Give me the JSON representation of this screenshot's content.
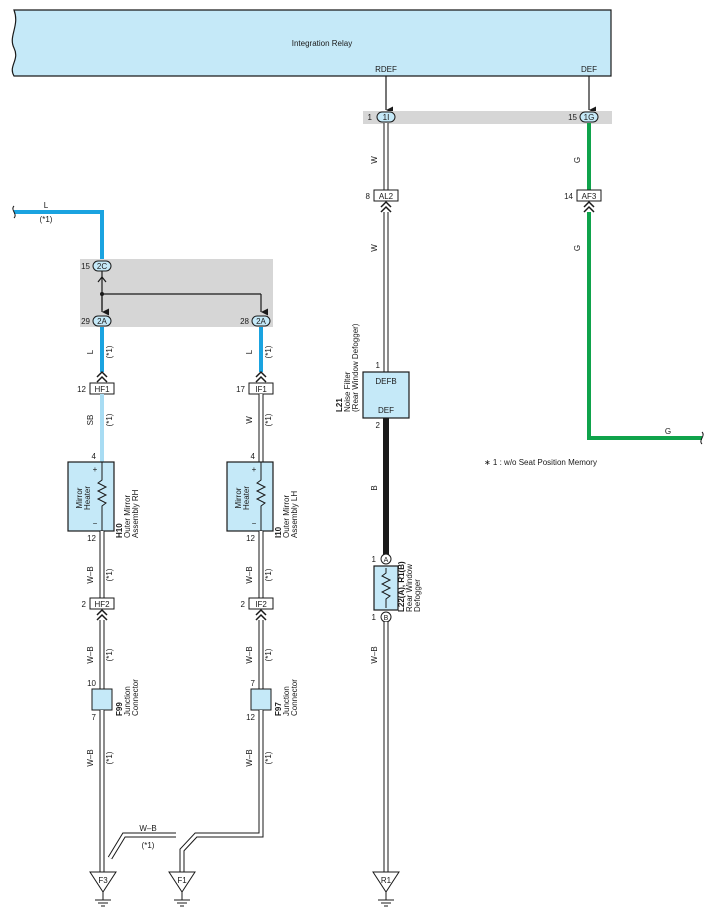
{
  "relay": {
    "title": "Integration Relay",
    "rdef": "RDEF",
    "def": "DEF"
  },
  "junction_block": {
    "pin_1i": "1",
    "conn_1i": "1I",
    "pin_1g": "15",
    "conn_1g": "1G"
  },
  "left_feed": {
    "color": "L",
    "note": "(*1)"
  },
  "joint": {
    "pin_2c": "15",
    "conn_2c": "2C",
    "pin_2a_r": "29",
    "conn_2a": "2A",
    "pin_2a_l": "28"
  },
  "rh": {
    "wire1": "L",
    "note1": "(*1)",
    "pin_hf1": "12",
    "conn_hf1": "HF1",
    "wire2": "SB",
    "note2": "(*1)",
    "pin_top": "4",
    "plus": "+",
    "minus": "−",
    "comp_line1": "Mirror",
    "comp_line2": "Heater",
    "code": "H10",
    "name1": "Outer Mirror",
    "name2": "Assembly RH",
    "pin_bottom": "12",
    "wire3": "W–B",
    "note3": "(*1)",
    "pin_hf2": "2",
    "conn_hf2": "HF2",
    "wire4": "W–B",
    "note4": "(*1)",
    "jc_pin_top": "10",
    "jc_pin_bottom": "7",
    "jc_code": "F99",
    "jc_name1": "Junction",
    "jc_name2": "Connector",
    "wire5": "W–B",
    "note5": "(*1)"
  },
  "lh": {
    "wire1": "L",
    "note1": "(*1)",
    "pin_if1": "17",
    "conn_if1": "IF1",
    "wire2": "W",
    "note2": "(*1)",
    "pin_top": "4",
    "plus": "+",
    "minus": "−",
    "comp_line1": "Mirror",
    "comp_line2": "Heater",
    "code": "I10",
    "name1": "Outer Mirror",
    "name2": "Assembly LH",
    "pin_bottom": "12",
    "wire3": "W–B",
    "note3": "(*1)",
    "pin_if2": "2",
    "conn_if2": "IF2",
    "wire4": "W–B",
    "note4": "(*1)",
    "jc_pin_top": "7",
    "jc_pin_bottom": "12",
    "jc_code": "F97",
    "jc_name1": "Junction",
    "jc_name2": "Connector",
    "wire5": "W–B",
    "note5": "(*1)"
  },
  "ground_merge": {
    "wire": "W–B",
    "note": "(*1)"
  },
  "grounds": {
    "f3": "F3",
    "f1": "F1",
    "r1": "R1"
  },
  "rdef_branch": {
    "wire1": "W",
    "pin_al2": "8",
    "conn_al2": "AL2",
    "wire2": "W",
    "pin_in": "1",
    "nf_top": "DEFB",
    "nf_bottom": "DEF",
    "nf_code": "L21",
    "nf_name1": "Noise Filter",
    "nf_name2": "(Rear Window Defogger)",
    "pin_out": "2",
    "wire3": "B",
    "def_pin_a": "1",
    "def_conn_a": "A",
    "def_pin_b": "1",
    "def_conn_b": "B",
    "def_code": "L22(A), R1(B)",
    "def_name1": "Rear Window",
    "def_name2": "Defogger",
    "wire4": "W–B"
  },
  "def_branch": {
    "wire1": "G",
    "pin_af3": "14",
    "conn_af3": "AF3",
    "wire2": "G",
    "wire3": "G"
  },
  "footnote": "∗ 1 : w/o Seat Position Memory",
  "colors": {
    "relay_fill": "#c5e9f8",
    "box_fill": "#c5e9f8",
    "grey_block": "#d6d6d6",
    "wire_blue": "#1aa3e0",
    "wire_light_blue": "#a8dcf3",
    "wire_green": "#0fa34b",
    "wire_black": "#1a1a1a",
    "wire_white": "#ffffff"
  }
}
